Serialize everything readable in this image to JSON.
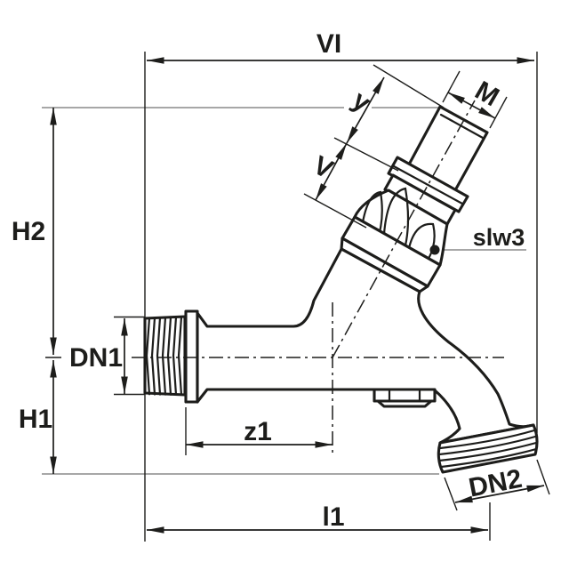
{
  "labels": {
    "vi": "VI",
    "y": "y",
    "m": "M",
    "v": "V",
    "h2": "H2",
    "slw3": "slw3",
    "dn1": "DN1",
    "h1": "H1",
    "z1": "z1",
    "dn2": "DN2",
    "l1": "l1"
  },
  "colors": {
    "line": "#1d1d1b",
    "reference": "#8a8a8a",
    "background": "#ffffff"
  }
}
